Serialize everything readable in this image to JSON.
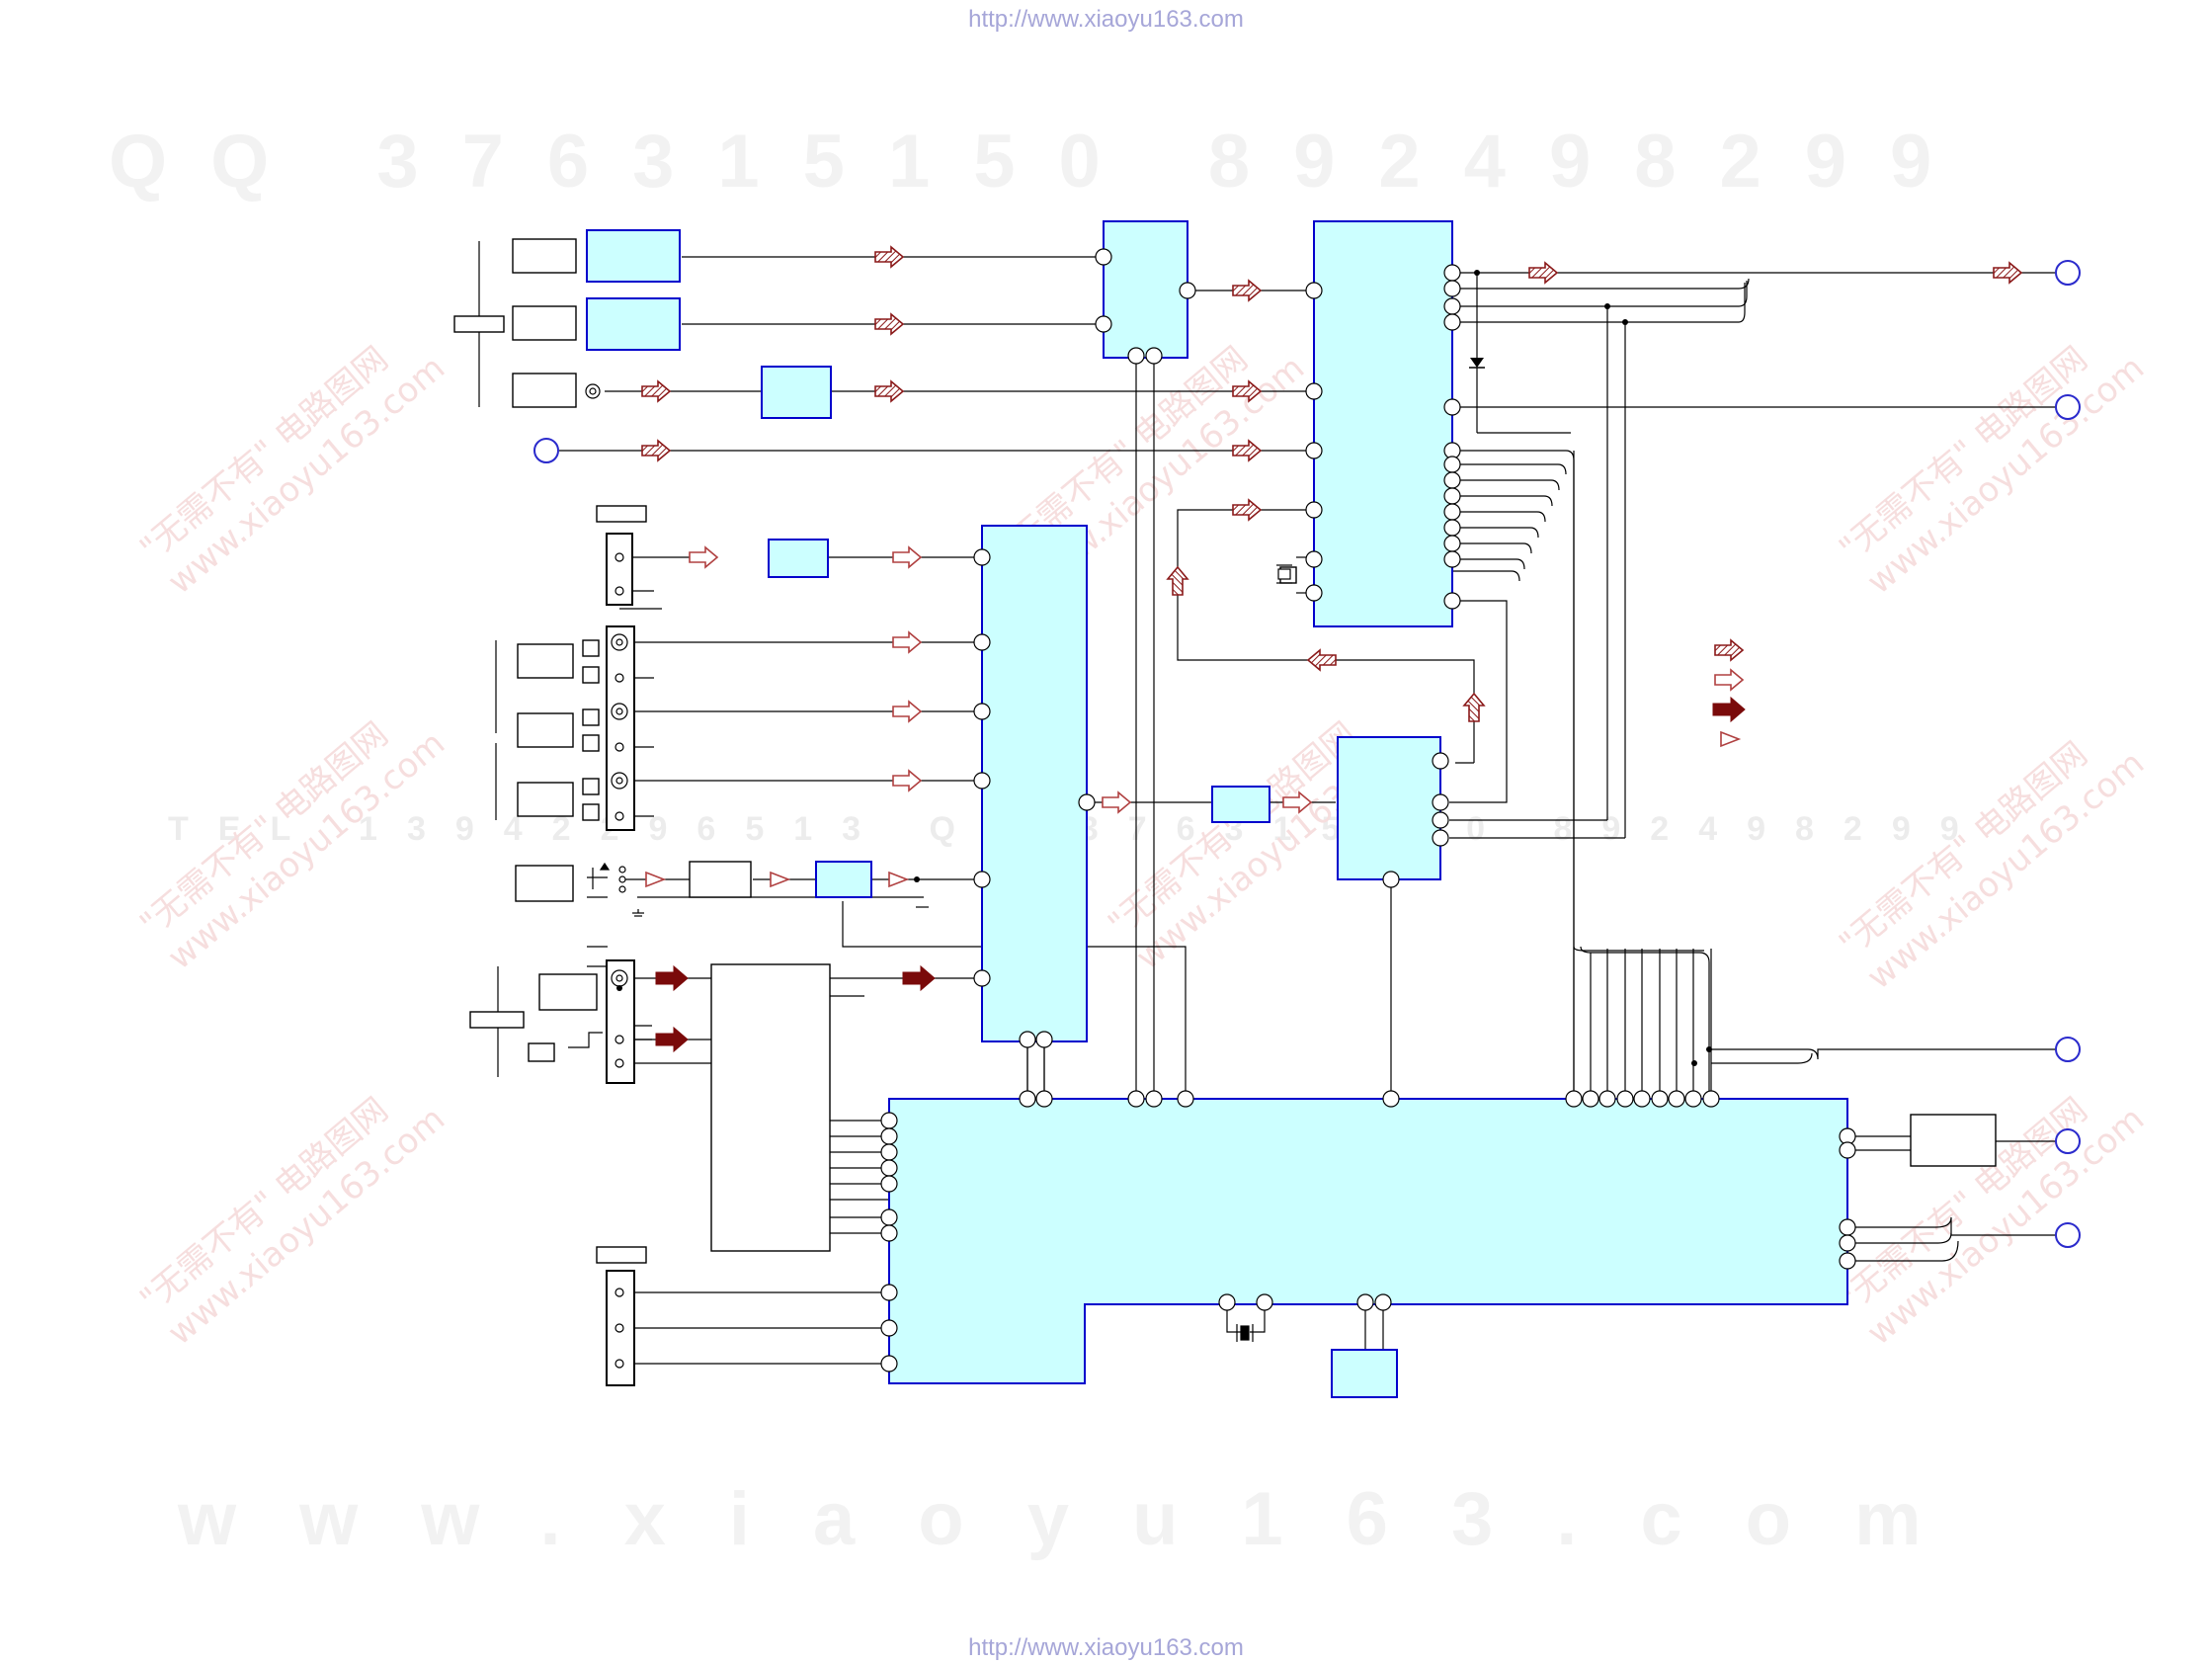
{
  "header": {
    "url": "http://www.xiaoyu163.com"
  },
  "footer": {
    "url": "http://www.xiaoyu163.com"
  },
  "watermarks": {
    "qq_line": "QQ 376315150 892498299",
    "mid_line": "TEL 13942296513 QQ 376315150 892498299",
    "www_line": "www.xiaoyu163.com",
    "cn_stamp": "\"无需不有\" 电路图网",
    "cn_site": "www.xiaoyu163.com"
  },
  "colors": {
    "block_fill": "#ccffff",
    "block_border": "#0000cc",
    "signal_arrow": "#8b1a1a",
    "solid_arrow": "#7a0a0a",
    "port_ring": "#2a2acc",
    "wire": "#000000"
  },
  "legend": {
    "items": [
      {
        "icon": "hatched-arrow-icon"
      },
      {
        "icon": "hollow-arrow-icon"
      },
      {
        "icon": "solid-arrow-icon"
      },
      {
        "icon": "small-triangle-icon"
      }
    ]
  }
}
